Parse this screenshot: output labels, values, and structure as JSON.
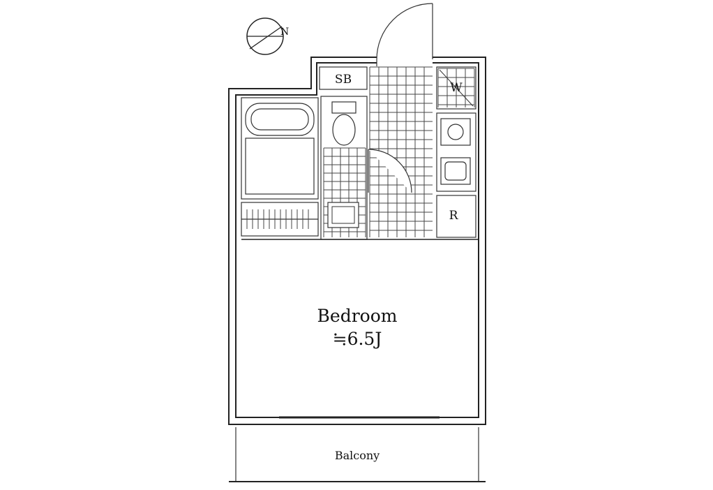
{
  "labels": {
    "shoe_box": "SB",
    "washer": "W",
    "refrigerator": "R",
    "bedroom_name": "Bedroom",
    "bedroom_size": "≒6.5J",
    "balcony": "Balcony"
  },
  "icons": [
    "compass-north-icon",
    "door-swing-icon",
    "bathtub-icon",
    "toilet-icon",
    "sink-icon",
    "stove-icon"
  ]
}
